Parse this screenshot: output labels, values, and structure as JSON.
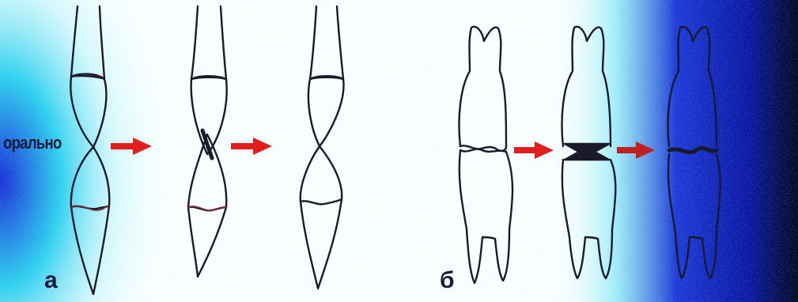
{
  "labels": {
    "side_text": "оральнo",
    "panel_a": "а",
    "panel_b": "б"
  },
  "colors": {
    "outline": "#1a1a2a",
    "gum_line": "#7a2a3a",
    "arrow": "#e01e1e",
    "noise_cyan": "#35d8f0",
    "noise_blue": "#1020d0",
    "dark_blue": "#050a80",
    "background": "#ffffff"
  },
  "icons": [
    "arrow-right-icon"
  ]
}
